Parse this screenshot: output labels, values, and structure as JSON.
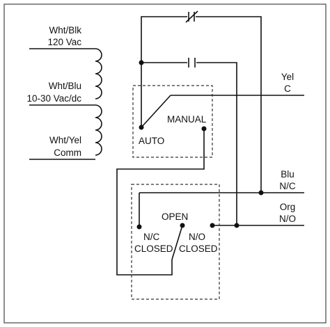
{
  "transformer": {
    "primary": {
      "line1": "Wht/Blk",
      "line2": "120 Vac"
    },
    "secondary": {
      "line1": "Wht/Blu",
      "line2": "10-30 Vac/dc"
    },
    "common": {
      "line1": "Wht/Yel",
      "line2": "Comm"
    }
  },
  "selector_switch": {
    "auto": "AUTO",
    "manual": "MANUAL"
  },
  "open_close_switch": {
    "open": "OPEN",
    "nc_line1": "N/C",
    "nc_line2": "CLOSED",
    "no_line1": "N/O",
    "no_line2": "CLOSED"
  },
  "terminals": {
    "yel": {
      "line1": "Yel",
      "line2": "C"
    },
    "blu": {
      "line1": "Blu",
      "line2": "N/C"
    },
    "org": {
      "line1": "Org",
      "line2": "N/O"
    }
  }
}
